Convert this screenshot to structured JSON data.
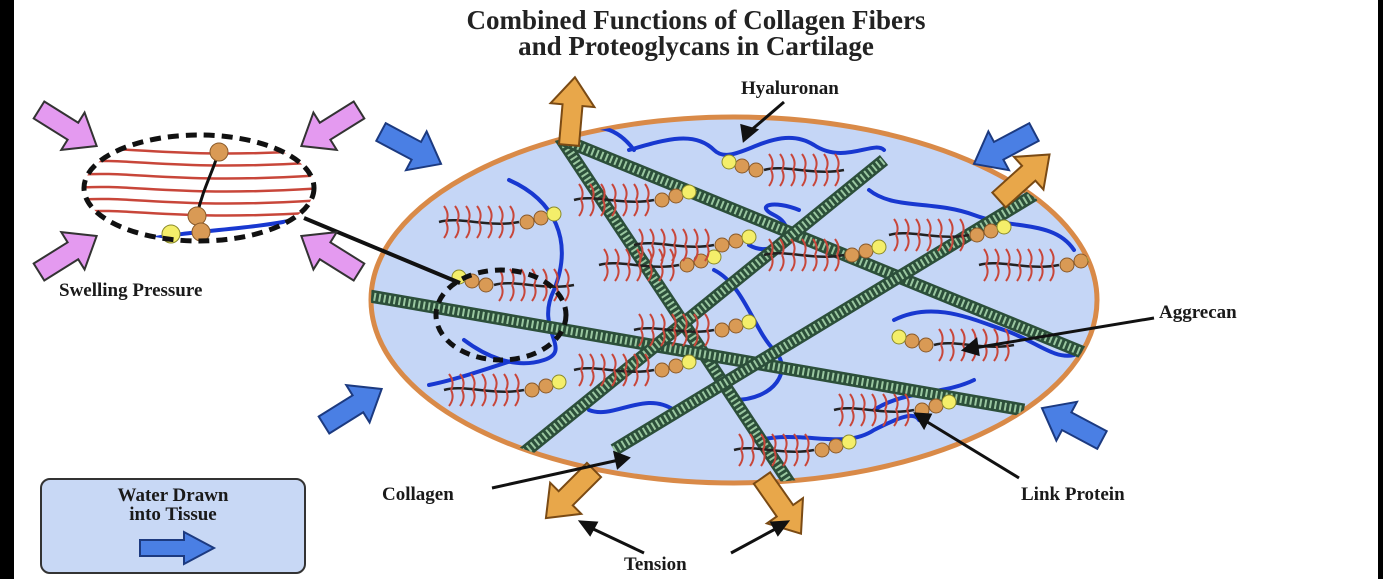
{
  "title": {
    "line1": "Combined Functions of Collagen Fibers",
    "line2": "and Proteoglycans in Cartilage"
  },
  "labels": {
    "hyaluronan": "Hyaluronan",
    "swelling_pressure": "Swelling Pressure",
    "aggrecan": "Aggrecan",
    "collagen": "Collagen",
    "link_protein": "Link Protein",
    "tension": "Tension"
  },
  "legend": {
    "line1": "Water Drawn",
    "line2": "into Tissue"
  },
  "colors": {
    "matrix_fill": "#c5d6f6",
    "border": "#d98a48",
    "hyaluronan": "#1838d0",
    "aggrecan": "#c8463a",
    "bead": "#d99a55",
    "link": "#f4ee6a",
    "water_arrow": "#4a7fe4",
    "tension_arrow": "#e8a74a",
    "pressure_arrow": "#e49af0"
  }
}
